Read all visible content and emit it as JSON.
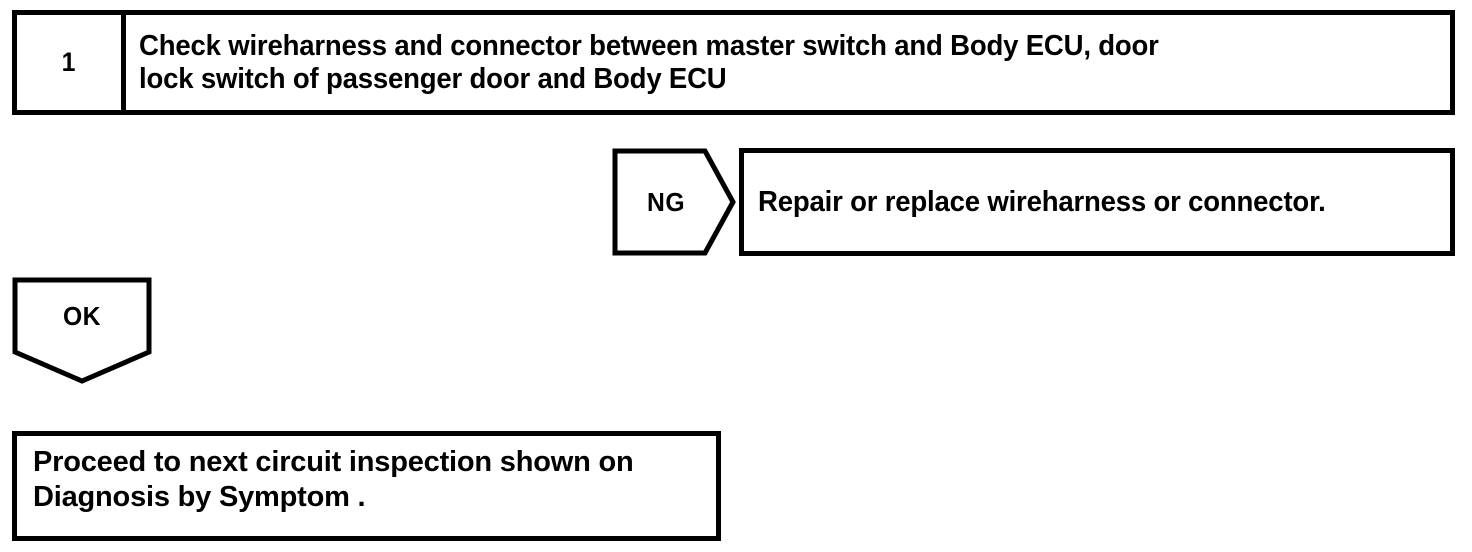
{
  "document": {
    "title": "Circuit Inspection Flowchart",
    "background_color": "#ffffff",
    "line_color": "#000000"
  },
  "step": {
    "number": "1",
    "instruction": "Check wireharness and connector between master switch and Body ECU, door\nlock switch of passenger door and Body ECU"
  },
  "branches": {
    "ng": {
      "tag_label": "NG",
      "tag_shape": "pentagon-right",
      "result_text": "Repair or replace wireharness or connector."
    },
    "ok": {
      "tag_label": "OK",
      "tag_shape": "pentagon-down",
      "result_text": "Proceed to next circuit inspection shown on\nDiagnosis by Symptom ."
    }
  }
}
